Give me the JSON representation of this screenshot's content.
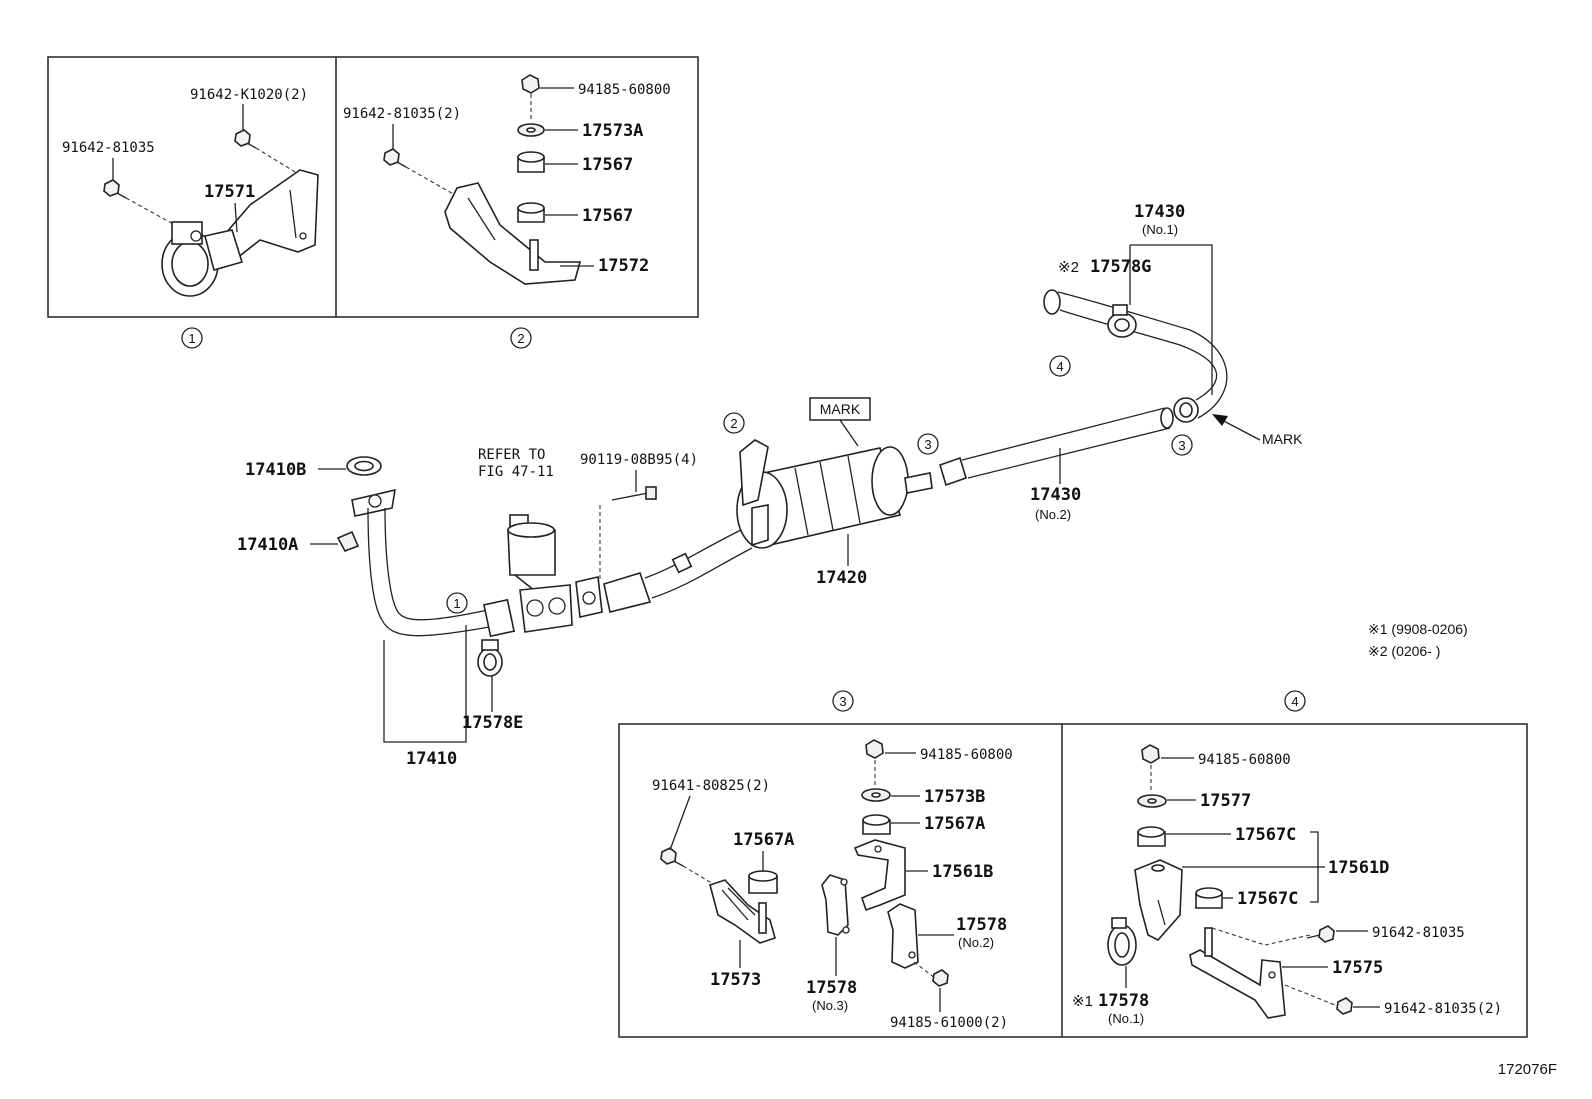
{
  "box1": {
    "callout": "1",
    "parts": {
      "bolt_a": "91642-K1020(2)",
      "bolt_b": "91642-81035",
      "hanger": "17571"
    }
  },
  "box2": {
    "callout": "2",
    "parts": {
      "bolt": "91642-81035(2)",
      "nut": "94185-60800",
      "washer": "17573A",
      "cushion_upper": "17567",
      "cushion_lower": "17567",
      "bracket": "17572"
    }
  },
  "main": {
    "tailpipe_no1": "17430",
    "tailpipe_no1_sub": "(No.1)",
    "clamp_g_mark": "※2",
    "clamp_g": "17578G",
    "callout_4": "4",
    "callout_3a": "3",
    "callout_3b": "3",
    "callout_2": "2",
    "callout_1": "1",
    "mark_arrow": "MARK",
    "mark_box": "MARK",
    "gasket_b": "17410B",
    "gasket_a": "17410A",
    "refer_line1": "REFER TO",
    "refer_line2": "FIG 47-11",
    "bolt": "90119-08B95(4)",
    "tailpipe_no2": "17430",
    "tailpipe_no2_sub": "(No.2)",
    "muffler": "17420",
    "clamp_e": "17578E",
    "front_pipe": "17410"
  },
  "notes": {
    "note1": "※1 (9908-0206)",
    "note2": "※2 (0206-        )"
  },
  "box3": {
    "callout": "3",
    "parts": {
      "nut": "94185-60800",
      "washer": "17573B",
      "cushion_top": "17567A",
      "bracket_b": "17561B",
      "bolt": "91641-80825(2)",
      "cushion_left": "17567A",
      "clamp_no2": "17578",
      "clamp_no2_sub": "(No.2)",
      "bracket": "17573",
      "clamp_no3": "17578",
      "clamp_no3_sub": "(No.3)",
      "nut2": "94185-61000(2)"
    }
  },
  "box4": {
    "callout": "4",
    "parts": {
      "nut": "94185-60800",
      "washer": "17577",
      "cushion_upper": "17567C",
      "bracket_d": "17561D",
      "cushion_lower": "17567C",
      "bolt_a": "91642-81035",
      "bracket": "17575",
      "clamp_mark": "※1",
      "clamp_no1": "17578",
      "clamp_no1_sub": "(No.1)",
      "bolt_b": "91642-81035(2)"
    }
  },
  "figure_code": "172076F"
}
